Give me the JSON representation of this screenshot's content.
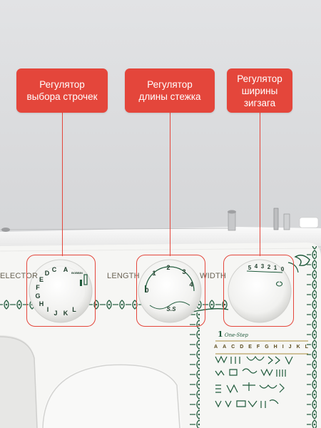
{
  "callouts": [
    {
      "label": "Регулятор\nвыбора строчек"
    },
    {
      "label": "Регулятор\nдлины стежка"
    },
    {
      "label": "Регулятор\nширины\nзигзага"
    }
  ],
  "panel": {
    "selector_label": "ELECTOR",
    "length_label": "LENGTH",
    "width_label": "WIDTH",
    "one_step_label": "One-Step",
    "buttonhole_digit": "1",
    "pattern_letters": [
      "A",
      "A",
      "C",
      "D",
      "E",
      "F",
      "G",
      "H",
      "I",
      "J",
      "K",
      "L"
    ]
  },
  "dial_selector": {
    "letters": [
      "A",
      "C",
      "D",
      "E",
      "F",
      "G",
      "H",
      "I",
      "J",
      "K",
      "L"
    ],
    "bobbin_mark": "BOBBIN"
  },
  "dial_length": {
    "marks": [
      "0",
      "1",
      "2",
      "3",
      "4"
    ],
    "footer_text": "S.S"
  },
  "dial_width": {
    "marks": [
      "5",
      "4",
      "3",
      "2",
      "1",
      "0"
    ]
  },
  "colors": {
    "callout_red": "#e4463b",
    "ornament_green": "#1f5a3b",
    "machine_white": "#f6f6f4",
    "background_grey": "#d7d8da"
  }
}
